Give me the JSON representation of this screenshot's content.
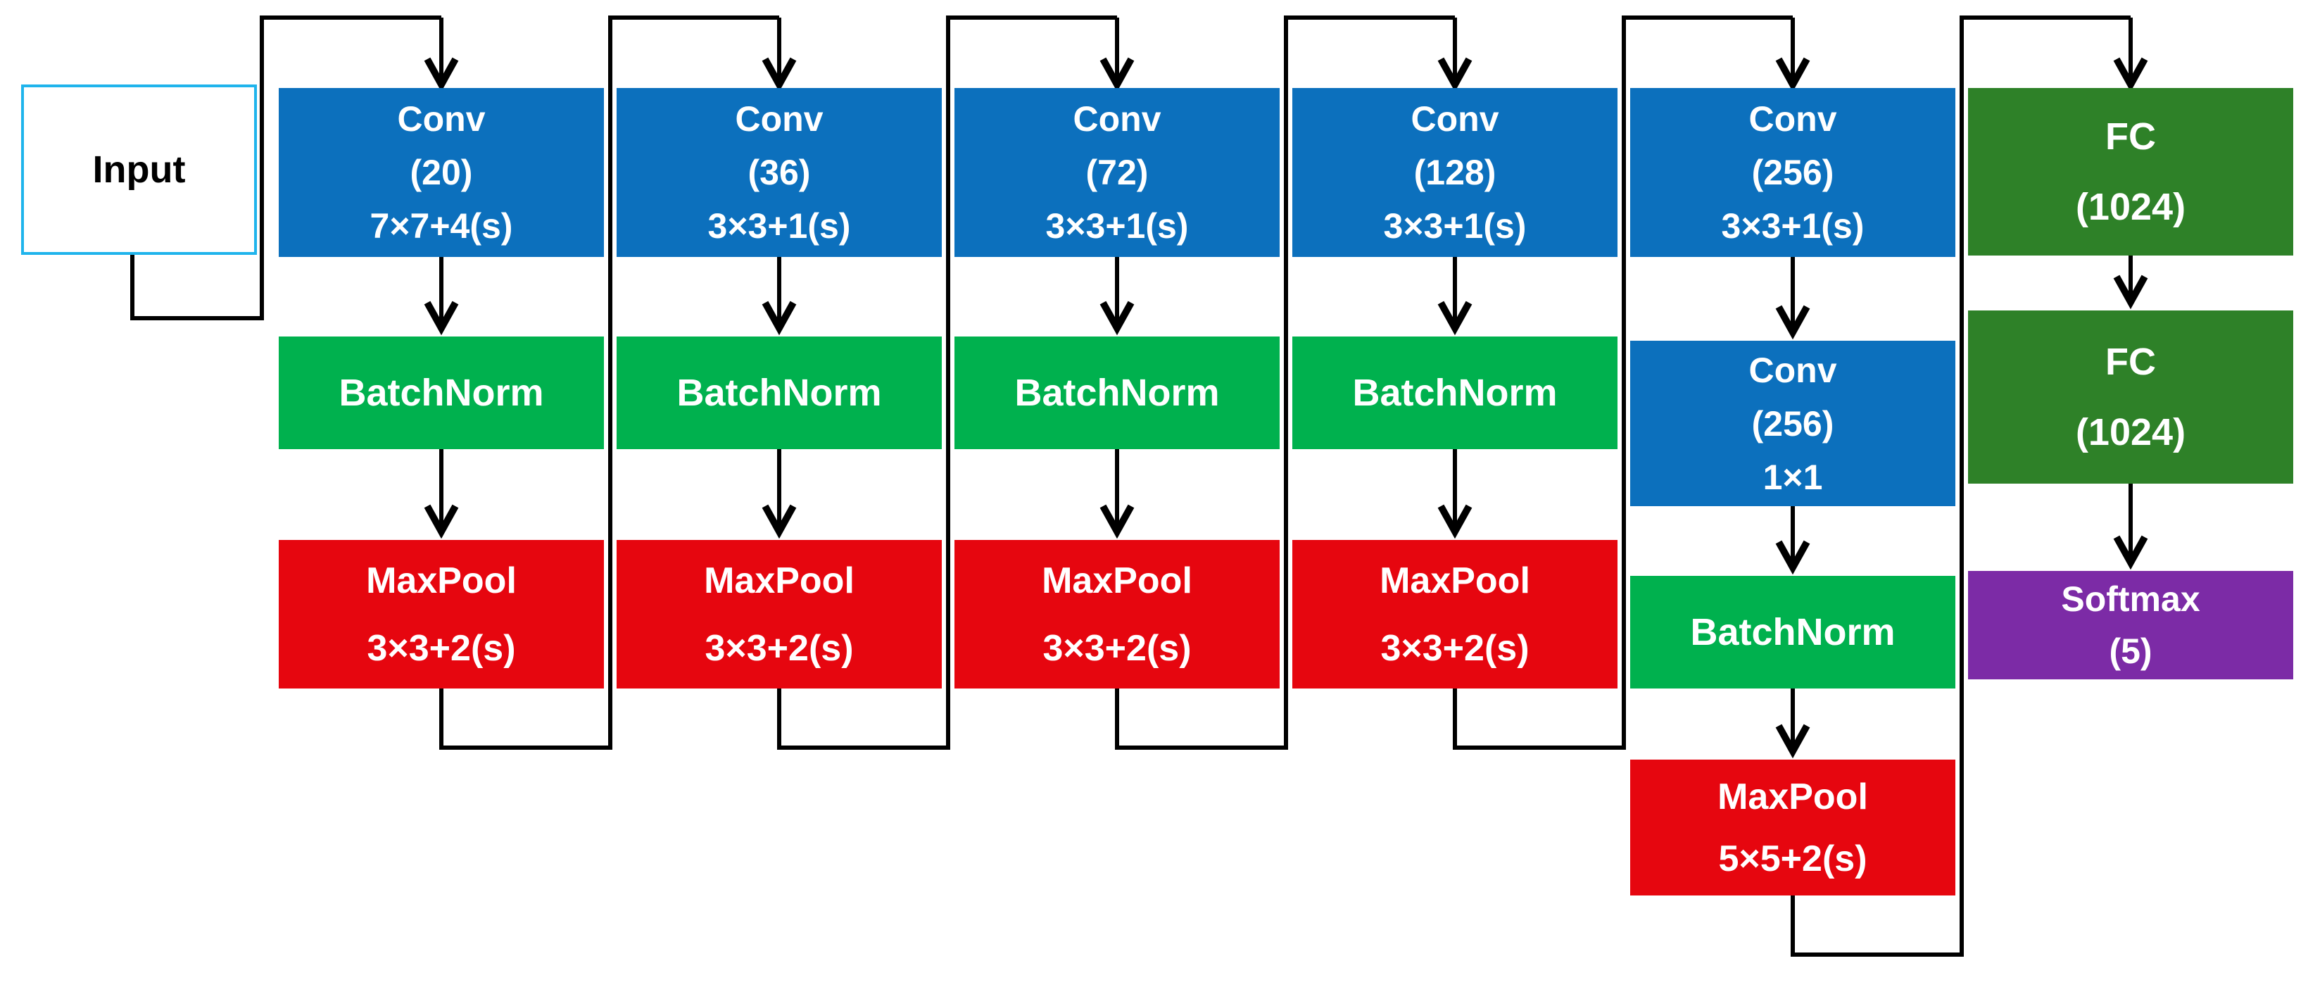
{
  "input": {
    "label": "Input"
  },
  "columns": [
    {
      "id": "stage-1",
      "blocks": [
        {
          "type": "conv",
          "lines": [
            "Conv",
            "(20)",
            "7×7+4(s)"
          ]
        },
        {
          "type": "batchnorm",
          "lines": [
            "BatchNorm"
          ]
        },
        {
          "type": "maxpool",
          "lines": [
            "MaxPool",
            "3×3+2(s)"
          ]
        }
      ]
    },
    {
      "id": "stage-2",
      "blocks": [
        {
          "type": "conv",
          "lines": [
            "Conv",
            "(36)",
            "3×3+1(s)"
          ]
        },
        {
          "type": "batchnorm",
          "lines": [
            "BatchNorm"
          ]
        },
        {
          "type": "maxpool",
          "lines": [
            "MaxPool",
            "3×3+2(s)"
          ]
        }
      ]
    },
    {
      "id": "stage-3",
      "blocks": [
        {
          "type": "conv",
          "lines": [
            "Conv",
            "(72)",
            "3×3+1(s)"
          ]
        },
        {
          "type": "batchnorm",
          "lines": [
            "BatchNorm"
          ]
        },
        {
          "type": "maxpool",
          "lines": [
            "MaxPool",
            "3×3+2(s)"
          ]
        }
      ]
    },
    {
      "id": "stage-4",
      "blocks": [
        {
          "type": "conv",
          "lines": [
            "Conv",
            "(128)",
            "3×3+1(s)"
          ]
        },
        {
          "type": "batchnorm",
          "lines": [
            "BatchNorm"
          ]
        },
        {
          "type": "maxpool",
          "lines": [
            "MaxPool",
            "3×3+2(s)"
          ]
        }
      ]
    },
    {
      "id": "stage-5",
      "blocks": [
        {
          "type": "conv",
          "lines": [
            "Conv",
            "(256)",
            "3×3+1(s)"
          ]
        },
        {
          "type": "conv",
          "lines": [
            "Conv",
            "(256)",
            "1×1"
          ]
        },
        {
          "type": "batchnorm",
          "lines": [
            "BatchNorm"
          ]
        },
        {
          "type": "maxpool",
          "lines": [
            "MaxPool",
            "5×5+2(s)"
          ]
        }
      ]
    },
    {
      "id": "classifier",
      "blocks": [
        {
          "type": "fc",
          "lines": [
            "FC",
            "(1024)"
          ]
        },
        {
          "type": "fc",
          "lines": [
            "FC",
            "(1024)"
          ]
        },
        {
          "type": "softmax",
          "lines": [
            "Softmax",
            "(5)"
          ]
        }
      ]
    }
  ],
  "colors": {
    "conv_blue": "#0C70BD",
    "batchnorm_green": "#00B14E",
    "maxpool_red": "#E6060F",
    "fc_green": "#2E8128",
    "softmax_purple": "#7C2BA6",
    "input_border_cyan": "#1FB4EC",
    "connector_black": "#000000",
    "text_white": "#FFFFFF",
    "input_text_black": "#000000"
  }
}
